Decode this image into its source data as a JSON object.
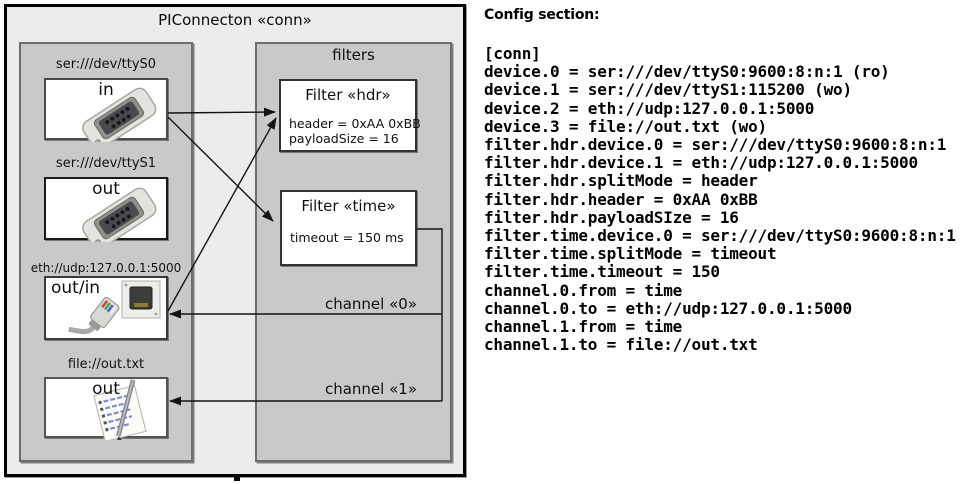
{
  "diagram": {
    "title": "PIConnecton «conn»",
    "devices": [
      {
        "url": "ser:///dev/ttyS0",
        "label": "in",
        "icon": "serial-connector-icon"
      },
      {
        "url": "ser:///dev/ttyS1",
        "label": "out",
        "icon": "serial-connector-icon"
      },
      {
        "url": "eth://udp:127.0.0.1:5000",
        "label": "out/in",
        "icon": "ethernet-jack-icon"
      },
      {
        "url": "file://out.txt",
        "label": "out",
        "icon": "notepad-pen-icon"
      }
    ],
    "filters": {
      "panel_label": "filters",
      "items": [
        {
          "title": "Filter «hdr»",
          "params": [
            "header = 0xAA 0xBB",
            "payloadSize = 16"
          ]
        },
        {
          "title": "Filter «time»",
          "params": [
            "timeout = 150 ms"
          ]
        }
      ]
    },
    "channels": [
      {
        "label": "channel «0»"
      },
      {
        "label": "channel «1»"
      }
    ],
    "colors": {
      "diagram_bg": "#ececec",
      "panel_bg": "#c9c9c9",
      "box_bg": "#ffffff",
      "wire": "#141414"
    }
  },
  "config": {
    "heading": "Config section:",
    "lines": [
      "[conn]",
      "device.0 = ser:///dev/ttyS0:9600:8:n:1 (ro)",
      "device.1 = ser:///dev/ttyS1:115200 (wo)",
      "device.2 = eth://udp:127.0.0.1:5000",
      "device.3 = file://out.txt (wo)",
      "filter.hdr.device.0 = ser:///dev/ttyS0:9600:8:n:1",
      "filter.hdr.device.1 = eth://udp:127.0.0.1:5000",
      "filter.hdr.splitMode = header",
      "filter.hdr.header = 0xAA 0xBB",
      "filter.hdr.payloadSIze = 16",
      "filter.time.device.0 = ser:///dev/ttyS0:9600:8:n:1",
      "filter.time.splitMode = timeout",
      "filter.time.timeout = 150",
      "channel.0.from = time",
      "channel.0.to = eth://udp:127.0.0.1:5000",
      "channel.1.from = time",
      "channel.1.to = file://out.txt"
    ]
  }
}
